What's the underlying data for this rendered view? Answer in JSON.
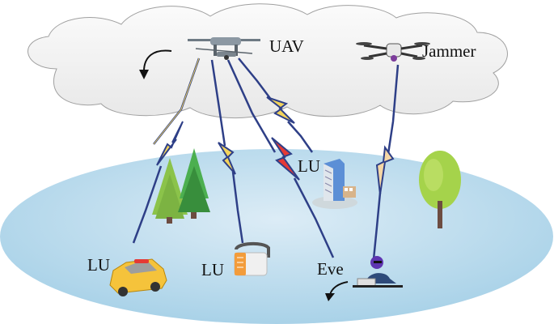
{
  "labels": {
    "uav": "UAV",
    "jammer": "Jammer",
    "lu_building": "LU",
    "lu_car": "LU",
    "lu_headset": "LU",
    "eve": "Eve"
  },
  "colors": {
    "cloud_fill": "#eeeeee",
    "cloud_stroke": "#999999",
    "ground": "#b5d8ea",
    "link_line": "#2e3f87",
    "bolt_normal": "#f2d35c",
    "bolt_eavesdrop": "#e53935",
    "jam_bolt": "#f5d7a6"
  },
  "icons": {
    "uav": "uav-drone-icon",
    "jammer": "jammer-drone-icon",
    "car": "car-icon",
    "headset": "vr-headset-icon",
    "building": "building-icon",
    "eve": "eavesdropper-icon",
    "trees": "pine-trees-icon",
    "tree": "deciduous-tree-icon"
  }
}
